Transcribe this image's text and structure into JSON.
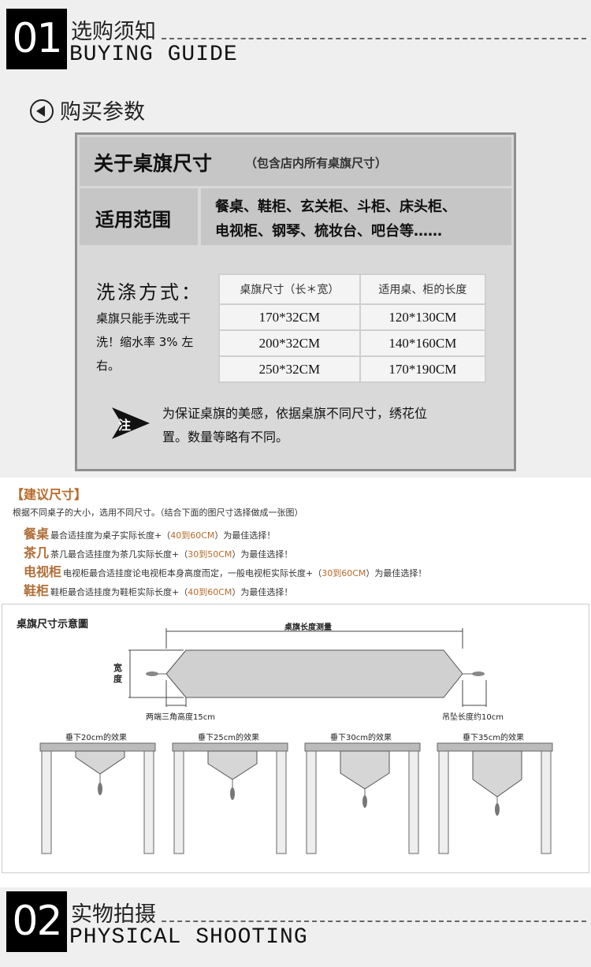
{
  "section1": {
    "number": "01",
    "title_cn": "选购须知",
    "title_en": "BUYING GUIDE"
  },
  "params_title": "购买参数",
  "board": {
    "size_title": "关于桌旗尺寸",
    "size_note": "（包含店内所有桌旗尺寸）",
    "scope_label": "适用范围",
    "scope_line1": "餐桌、鞋柜、玄关柜、斗柜、床头柜、",
    "scope_line2": "电视柜、钢琴、梳妆台、吧台等……",
    "wash_title": "洗涤方式：",
    "wash_line1": "桌旗只能手洗或干",
    "wash_line2": "洗！缩水率 3% 左",
    "wash_line3": "右。",
    "table_headers": [
      "桌旗尺寸（长＊宽）",
      "适用桌、柜的长度"
    ],
    "table_rows": [
      [
        "170*32CM",
        "120*130CM"
      ],
      [
        "200*32CM",
        "140*160CM"
      ],
      [
        "250*32CM",
        "170*190CM"
      ]
    ],
    "note_badge": "注",
    "note_line1": "为保证桌旗的美感，依据桌旗不同尺寸，绣花位",
    "note_line2": "置。数量等略有不同。"
  },
  "suggest": {
    "title": "【建议尺寸】",
    "desc": "根据不同桌子的大小，选用不同尺寸。（结合下面的图尺寸选择做成一张图）",
    "rows": [
      {
        "key": "餐桌",
        "pre": "最合适挂度为桌子实际长度+（",
        "hl": "40到60CM",
        "post": "）为最佳选择！"
      },
      {
        "key": "茶几",
        "pre": "茶几最合适挂度为茶几实际长度+（",
        "hl": "30到50CM",
        "post": "）为最佳选择！"
      },
      {
        "key": "电视柜",
        "pre": "电视柜最合适挂度论电视柜本身高度而定，一般电视柜实际长度+（",
        "hl": "30到60CM",
        "post": "）为最佳选择！"
      },
      {
        "key": "鞋柜",
        "pre": "鞋柜最合适挂度为鞋柜实际长度+（",
        "hl": "40到60CM",
        "post": "）为最佳选择！"
      }
    ]
  },
  "diagram": {
    "title": "桌旗尺寸示意圖",
    "length_label": "桌旗长度测量",
    "width_label_1": "宽",
    "width_label_2": "度",
    "triangle_label": "两端三角高度15cm",
    "pendant_label": "吊坠长度约10cm",
    "drops": [
      "垂下20cm的效果",
      "垂下25cm的效果",
      "垂下30cm的效果",
      "垂下35cm的效果"
    ]
  },
  "section2": {
    "number": "02",
    "title_cn": "实物拍摄",
    "title_en": "PHYSICAL SHOOTING"
  },
  "colors": {
    "board_bg": "#d9d9d9",
    "cell_bg": "#c6c6c6",
    "accent": "#b76a2a",
    "header_block": "#000000"
  }
}
